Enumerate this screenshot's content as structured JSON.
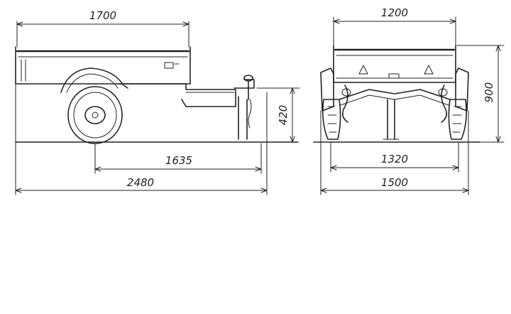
{
  "side_view": {
    "body_length": "1700",
    "hitch_height": "420",
    "axle_to_hitch": "1635",
    "overall_length": "2480"
  },
  "rear_view": {
    "body_width": "1200",
    "overall_height": "900",
    "track_width": "1320",
    "overall_width": "1500"
  }
}
